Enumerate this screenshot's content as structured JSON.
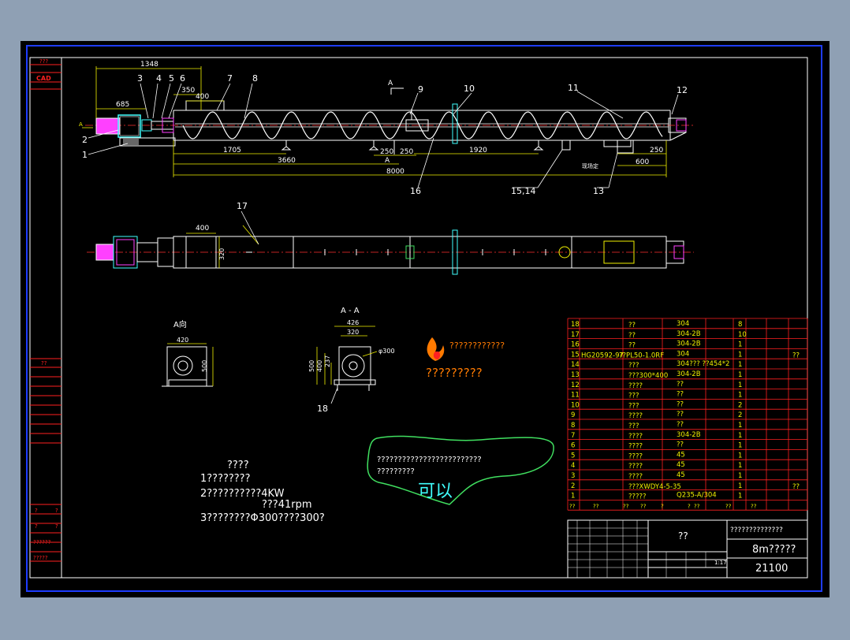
{
  "colors": {
    "background": "#8fa0b4",
    "paper": "#000000",
    "frame": "#1e3cff",
    "line": "#ffffff",
    "dimension": "#f0f000",
    "table_grid": "#ff2020",
    "table_text": "#f0f000",
    "center_line": "#ff3030",
    "accent_green": "#40e060",
    "cyan": "#40ffff",
    "magenta": "#ff40ff",
    "logo_orange": "#ff7a00"
  },
  "left_strip": {
    "top_label": "???",
    "cad_label": "CAD",
    "mid_label": "??",
    "bot_labels": [
      "?",
      "?",
      "?",
      "?",
      "??????",
      "?????"
    ]
  },
  "main_view": {
    "dimensions": {
      "overall_top": "1348",
      "left_685": "685",
      "d350": "350",
      "d400": "400",
      "d1705": "1705",
      "d3660": "3660",
      "d8000": "8000",
      "d250a": "250",
      "d250b": "250",
      "d1920": "1920",
      "d250c": "250",
      "d600": "600",
      "section_mark": "A",
      "arrow_mark": "A",
      "site_text": "现场定"
    },
    "balloons": [
      "3",
      "4",
      "5",
      "6",
      "7",
      "8",
      "9",
      "10",
      "11",
      "12",
      "2",
      "1",
      "16",
      "15,14",
      "13"
    ]
  },
  "plan_view": {
    "balloon": "17",
    "d400": "400",
    "d320": "320"
  },
  "view_a": {
    "title": "A向",
    "d420": "420",
    "d500": "500"
  },
  "section_aa": {
    "title": "A - A",
    "d426": "426",
    "d320": "320",
    "d500": "500",
    "d400": "400",
    "d237": "237",
    "phi": "φ300",
    "balloon": "18"
  },
  "logo": {
    "line1": "????????????",
    "line2": "?????????"
  },
  "tech_notes": {
    "heading": "????",
    "line1": "1????????",
    "line2": "2??????????4KW",
    "line3": "???41rpm",
    "line4": "3????????Φ300????300?"
  },
  "cloud_note": {
    "line1": "?????????????????????????",
    "line2": "?????????",
    "handwriting": "可以"
  },
  "bom": {
    "rows": [
      {
        "no": "18",
        "std": "",
        "name": "??",
        "qty_name": "304",
        "qty": "8",
        "note": ""
      },
      {
        "no": "17",
        "std": "",
        "name": "??",
        "qty_name": "304-2B",
        "qty": "10",
        "note": ""
      },
      {
        "no": "16",
        "std": "",
        "name": "??",
        "qty_name": "304-2B",
        "qty": "1",
        "note": ""
      },
      {
        "no": "15",
        "std": "HG20592-97",
        "name": "??PL50-1.0RF",
        "qty_name": "304",
        "qty": "1",
        "note": "??"
      },
      {
        "no": "14",
        "std": "",
        "name": "???",
        "qty_name": "304???   ??454*2",
        "qty": "1",
        "note": ""
      },
      {
        "no": "13",
        "std": "",
        "name": "???300*400",
        "qty_name": "304-2B",
        "qty": "1",
        "note": ""
      },
      {
        "no": "12",
        "std": "",
        "name": "????",
        "qty_name": "??",
        "qty": "1",
        "note": ""
      },
      {
        "no": "11",
        "std": "",
        "name": "???",
        "qty_name": "??",
        "qty": "1",
        "note": ""
      },
      {
        "no": "10",
        "std": "",
        "name": "???",
        "qty_name": "??",
        "qty": "2",
        "note": ""
      },
      {
        "no": "9",
        "std": "",
        "name": "????",
        "qty_name": "??",
        "qty": "2",
        "note": ""
      },
      {
        "no": "8",
        "std": "",
        "name": "???",
        "qty_name": "??",
        "qty": "1",
        "note": ""
      },
      {
        "no": "7",
        "std": "",
        "name": "????",
        "qty_name": "304-2B",
        "qty": "1",
        "note": ""
      },
      {
        "no": "6",
        "std": "",
        "name": "????",
        "qty_name": "??",
        "qty": "1",
        "note": ""
      },
      {
        "no": "5",
        "std": "",
        "name": "????",
        "qty_name": "45",
        "qty": "1",
        "note": ""
      },
      {
        "no": "4",
        "std": "",
        "name": "????",
        "qty_name": "45",
        "qty": "1",
        "note": ""
      },
      {
        "no": "3",
        "std": "",
        "name": "????",
        "qty_name": "45",
        "qty": "1",
        "note": ""
      },
      {
        "no": "2",
        "std": "",
        "name": "???XWDY4-5-35",
        "qty_name": "",
        "qty": "1",
        "note": "??"
      },
      {
        "no": "1",
        "std": "",
        "name": "?????",
        "qty_name": "Q235-A/304",
        "qty": "1",
        "note": ""
      }
    ],
    "header": [
      "??",
      "",
      "??",
      "",
      "??",
      "??",
      "?",
      "?",
      "??",
      "??",
      "??"
    ]
  },
  "title_block": {
    "company": "??????????????",
    "drawing_name": "8m?????",
    "center": "??",
    "number": "21100",
    "scale": "1:17"
  }
}
